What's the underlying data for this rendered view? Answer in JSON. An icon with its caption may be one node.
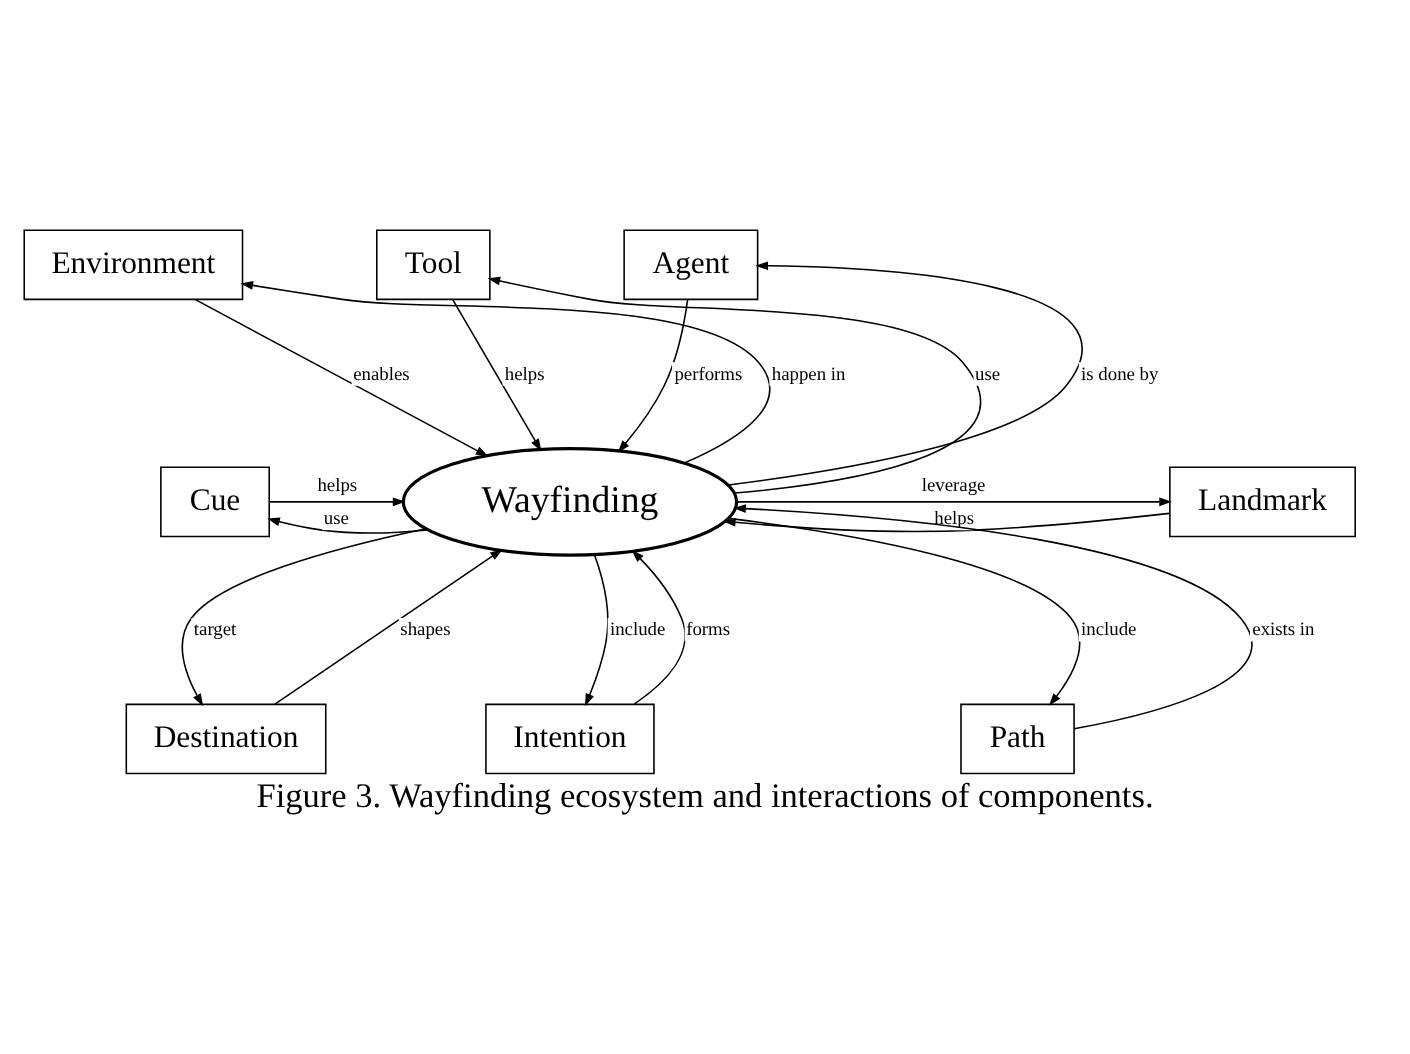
{
  "diagram": {
    "caption": "Figure 3. Wayfinding ecosystem and interactions of components.",
    "nodes": [
      {
        "text": [
          "Tool"
        ]
      },
      {
        "text": [
          "Environment"
        ]
      },
      {
        "text": [
          "Agent"
        ]
      },
      {
        "text": [
          "Cue"
        ]
      },
      {
        "text": [
          "Wayfinding"
        ]
      },
      {
        "text": [
          "Landmark"
        ]
      },
      {
        "text": [
          "Destination"
        ]
      },
      {
        "text": [
          "Path"
        ]
      },
      {
        "text": [
          "Intention"
        ]
      }
    ],
    "edges": [
      {
        "from": 4,
        "to": 0,
        "arrow": "to",
        "label": "use"
      },
      {
        "from": 0,
        "to": 4,
        "arrow": "to",
        "label": "helps"
      },
      {
        "from": 1,
        "to": 4,
        "arrow": "to",
        "label": "enables"
      },
      {
        "from": 4,
        "to": 1,
        "arrow": "to",
        "label": "happen in"
      },
      {
        "from": 2,
        "to": 4,
        "arrow": "to",
        "label": "performs"
      },
      {
        "from": 4,
        "to": 2,
        "arrow": "to",
        "label": "is done by"
      },
      {
        "from": 4,
        "to": 3,
        "arrow": "to",
        "label": "use"
      },
      {
        "from": 3,
        "to": 4,
        "arrow": "to",
        "label": "helps"
      },
      {
        "from": 5,
        "to": 4,
        "arrow": "to",
        "label": "helps"
      },
      {
        "from": 4,
        "to": 5,
        "arrow": "to",
        "label": "leverage"
      },
      {
        "from": 6,
        "to": 4,
        "arrow": "to",
        "label": "shapes"
      },
      {
        "from": 4,
        "to": 6,
        "arrow": "to",
        "label": "target"
      },
      {
        "from": 7,
        "to": 4,
        "arrow": "to",
        "label": "exists in"
      },
      {
        "from": 4,
        "to": 7,
        "arrow": "to",
        "label": "include"
      },
      {
        "from": 4,
        "to": 8,
        "arrow": "to",
        "label": "include"
      },
      {
        "from": 8,
        "to": 4,
        "arrow": "to",
        "label": "forms"
      }
    ]
  }
}
